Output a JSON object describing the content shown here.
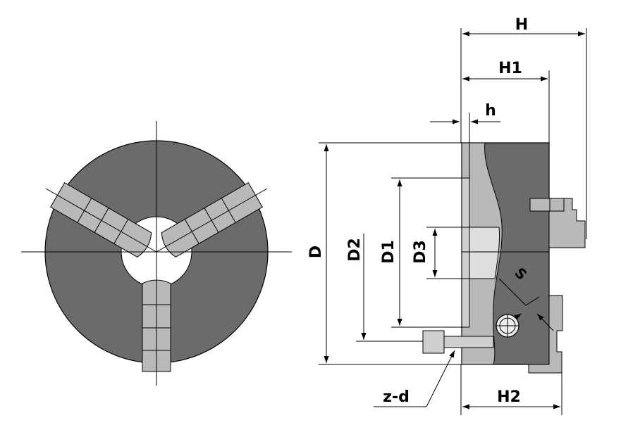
{
  "labels": {
    "H": "H",
    "H1": "H1",
    "h": "h",
    "D": "D",
    "D2": "D2",
    "D1": "D1",
    "D3": "D3",
    "S": "S",
    "zd": "z-d",
    "H2": "H2"
  },
  "colors": {
    "body": "#6b6b6b",
    "jaw": "#b9b9b9",
    "light": "#dedede",
    "line": "#000000"
  }
}
